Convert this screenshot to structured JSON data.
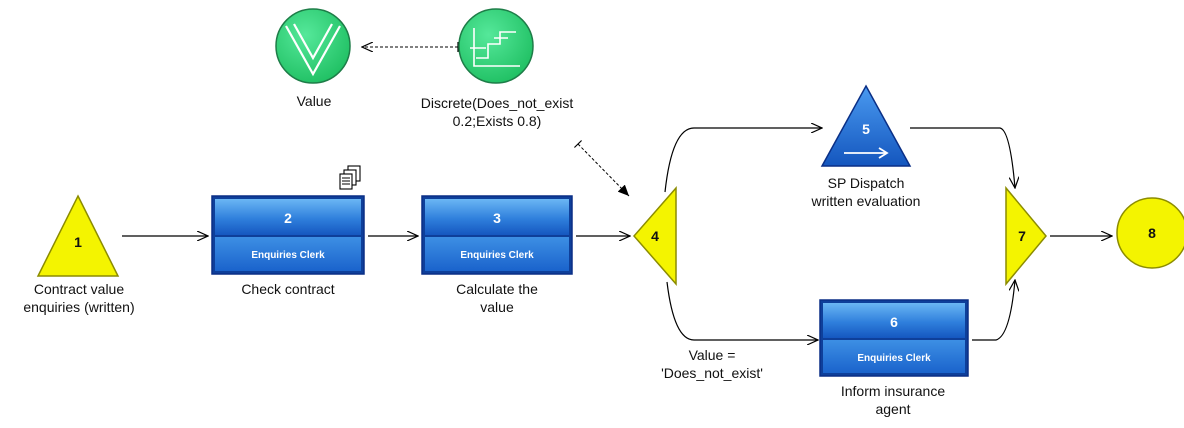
{
  "nodes": {
    "n1": {
      "number": "1",
      "label_lines": [
        "Contract value",
        "enquiries (written)"
      ]
    },
    "n2": {
      "number": "2",
      "role": "Enquiries Clerk",
      "label_lines": [
        "Check contract"
      ]
    },
    "n3": {
      "number": "3",
      "role": "Enquiries Clerk",
      "label_lines": [
        "Calculate the",
        "value"
      ]
    },
    "n4": {
      "number": "4"
    },
    "n5": {
      "number": "5",
      "label_lines": [
        "SP Dispatch",
        "written evaluation"
      ]
    },
    "n6": {
      "number": "6",
      "role": "Enquiries Clerk",
      "label_lines": [
        "Inform insurance",
        "agent"
      ]
    },
    "n7": {
      "number": "7"
    },
    "n8": {
      "number": "8"
    }
  },
  "variables": {
    "value": {
      "label": "Value"
    },
    "discrete": {
      "label_lines": [
        "Discrete(Does_not_exist",
        "0.2;Exists 0.8)"
      ]
    }
  },
  "edge_labels": {
    "condition_lines": [
      "Value =",
      "'Does_not_exist'"
    ]
  },
  "icons": {
    "document": "document-stack-icon",
    "value_var": "value-variable-icon",
    "discrete_var": "discrete-distribution-icon",
    "dispatch": "arrow-right-icon"
  },
  "colors": {
    "yellow": "#f4f400",
    "yellow_border": "#8c8c00",
    "blue_top": "#5aa8ee",
    "blue_bottom": "#1560c8",
    "blue_border": "#0a2f86",
    "green": "#2ed47a",
    "green_border": "#1e7d48"
  }
}
